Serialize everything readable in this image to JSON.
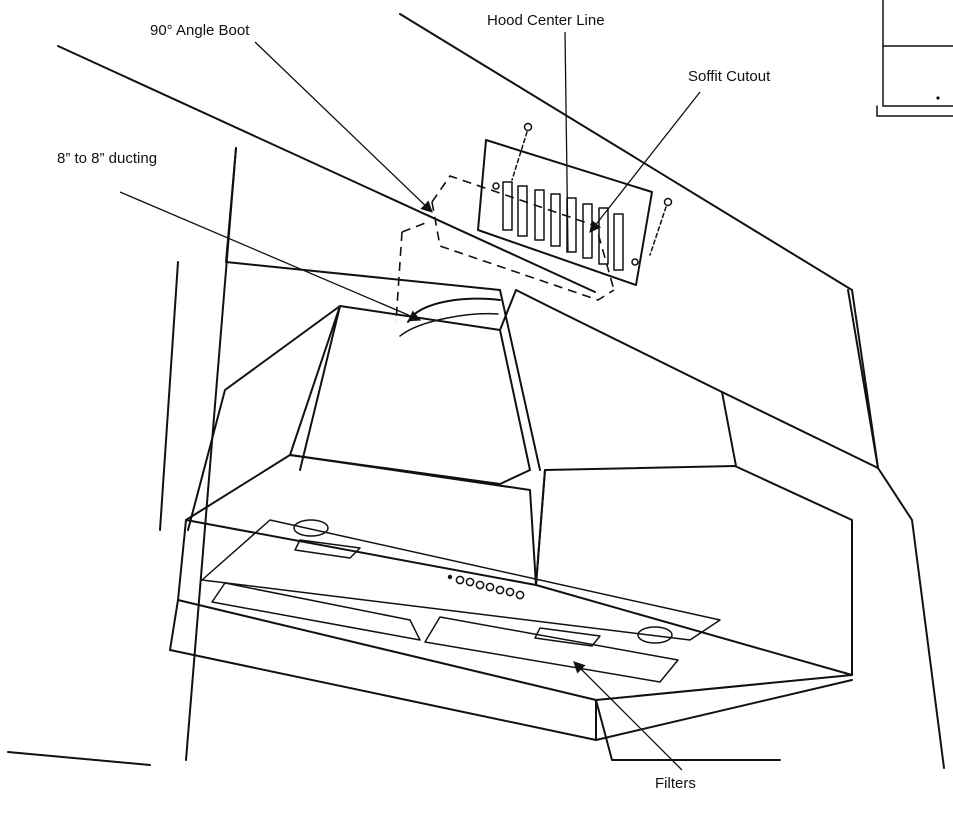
{
  "labels": {
    "angle_boot": "90° Angle Boot",
    "center_line": "Hood Center Line",
    "soffit_cutout": "Soffit Cutout",
    "ducting": "8” to 8” ducting",
    "filters": "Filters"
  },
  "control_panel": {
    "button_count": 7
  },
  "colors": {
    "line": "#111111",
    "background": "#ffffff"
  }
}
